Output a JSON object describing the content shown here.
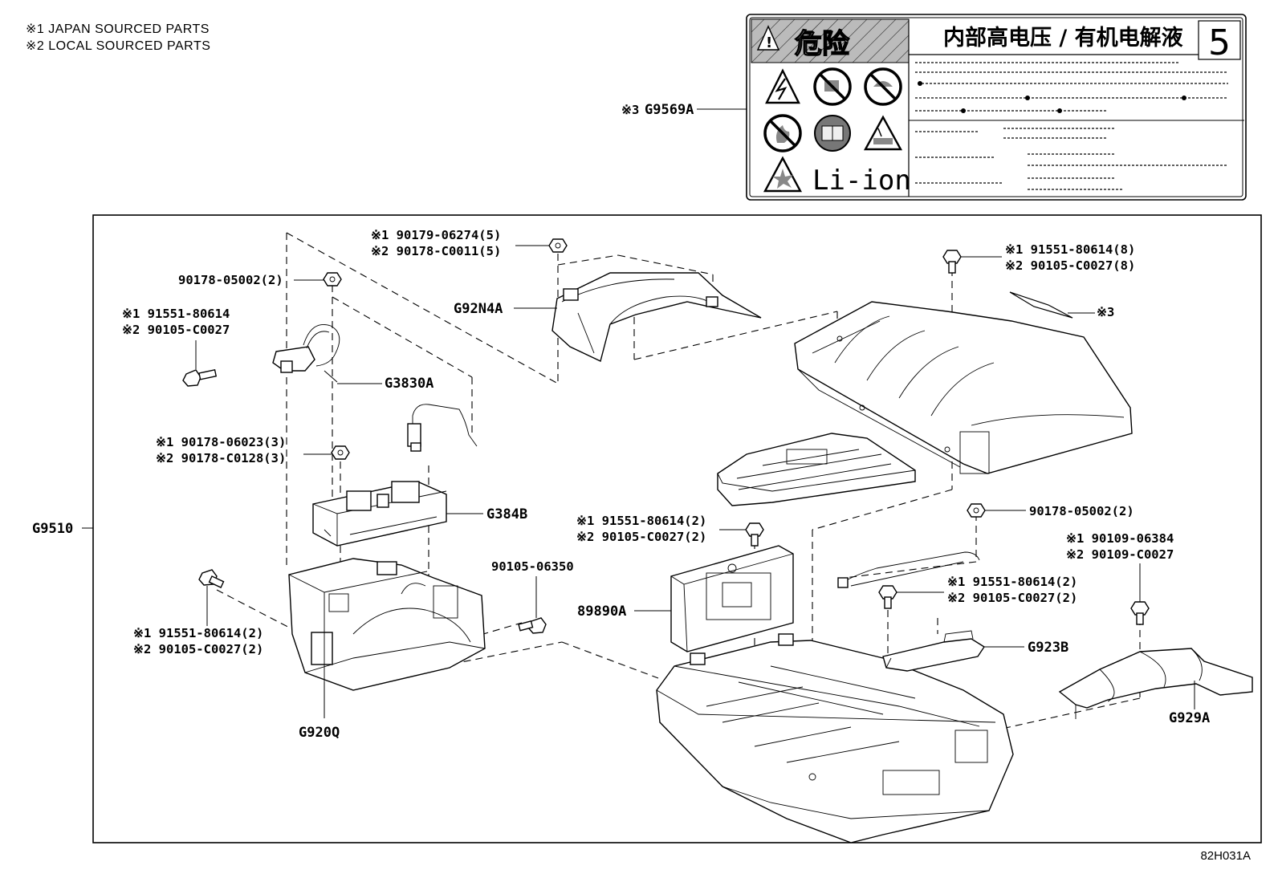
{
  "legend": {
    "line1": "※1 JAPAN SOURCED PARTS",
    "line2": "※2 LOCAL SOURCED PARTS"
  },
  "warning_label": {
    "danger_text": "危险",
    "title": "内部高电压 / 有机电解液",
    "number": "5",
    "liion": "Li-ion",
    "icons": [
      "high-voltage-warning-icon",
      "no-disassembly-icon",
      "no-water-icon",
      "no-fire-icon",
      "read-manual-icon",
      "corrosive-icon",
      "explosion-warning-icon"
    ]
  },
  "labels": {
    "g9569a_mark": "※3",
    "g9569a": "G9569A",
    "g9510": "G9510",
    "p_90178_05002_a": "90178-05002(2)",
    "p_91551_80614_a1": "※1 91551-80614",
    "p_90105_c0027_a2": "※2 90105-C0027",
    "g3830a": "G3830A",
    "p_90178_06023_1": "※1 90178-06023(3)",
    "p_90178_c0128_2": "※2 90178-C0128(3)",
    "g384b": "G384B",
    "p_91551_80614_b1": "※1 91551-80614(2)",
    "p_90105_c0027_b2": "※2 90105-C0027(2)",
    "g920q": "G920Q",
    "p_90179_06274_1": "※1 90179-06274(5)",
    "p_90178_c0011_2": "※2 90178-C0011(5)",
    "g92n4a": "G92N4A",
    "p_91551_80614_c1": "※1 91551-80614(8)",
    "p_90105_c0027_c2": "※2 90105-C0027(8)",
    "mark3": "※3",
    "p_91551_80614_d1": "※1 91551-80614(2)",
    "p_90105_c0027_d2": "※2 90105-C0027(2)",
    "p_89890a": "89890A",
    "p_90105_06350": "90105-06350",
    "p_90178_05002_b": "90178-05002(2)",
    "p_90109_06384_1": "※1 90109-06384",
    "p_90109_c0027_2": "※2 90109-C0027",
    "p_91551_80614_e1": "※1 91551-80614(2)",
    "p_90105_c0027_e2": "※2 90105-C0027(2)",
    "g923b": "G923B",
    "g929a": "G929A"
  },
  "footer": {
    "code": "82H031A"
  }
}
